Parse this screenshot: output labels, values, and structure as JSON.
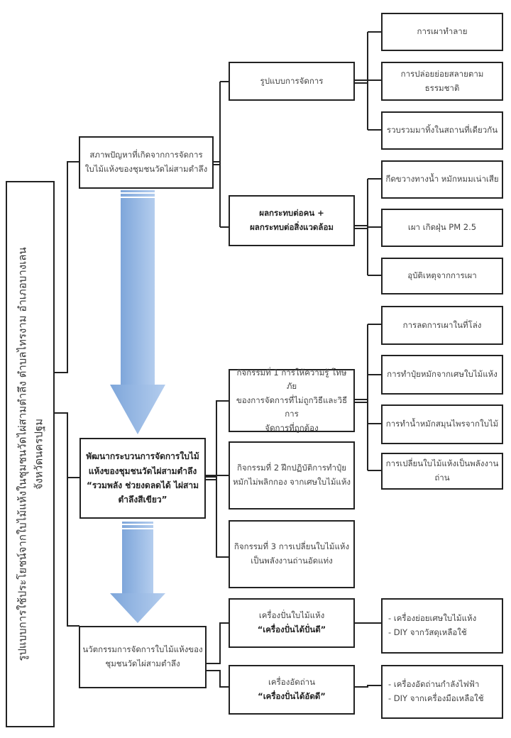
{
  "title": {
    "line1": "รูปแบบการใช้ประโยชน์จากใบไม้แห้งในชุมชนวัดไผ่สามตำลึง ตำบลไทรงาม อำเภอบางเลน",
    "line2": "จังหวัดนครปฐม"
  },
  "problem": {
    "line1": "สภาพปัญหาที่เกิดจากการจัดการ",
    "line2": "ใบไม้แห้งของชุมชนวัดไผ่สามตำลึง",
    "management": {
      "label": "รูปแบบการจัดการ",
      "items": [
        "การเผาทำลาย",
        "การปล่อยย่อยสลายตามธรรมชาติ",
        "รวบรวมมาทิ้งในสถานที่เดียวกัน"
      ]
    },
    "impact": {
      "line1": "ผลกระทบต่อคน  +",
      "line2": "ผลกระทบต่อสิ่งแวดล้อม",
      "items": [
        "กีดขวางทางน้ำ   หมักหมมเน่าเสีย",
        "เผา เกิดฝุ่น PM 2.5",
        "อุบัติเหตุจากการเผา"
      ]
    }
  },
  "develop": {
    "line1": "พัฒนากระบวนการจัดการใบไม้",
    "line2": "แห้งของชุมชนวัดไผ่สามตำลึง",
    "slogan1": "“รวมพลัง ช่วยงดลดได้ ไผ่สาม",
    "slogan2": "ตำลึงสีเขียว”",
    "activities": [
      {
        "line1": "กิจกรรมที่ 1 การให้ความรู้ โทษภัย",
        "line2": "ของการจัดการที่ไม่ถูกวิธีและวิธีการ",
        "line3": "จัดการที่ถูกต้อง"
      },
      {
        "line1": "กิจกรรมที่ 2 ฝึกปฏิบัติการทำปุ๋ย",
        "line2": "หมักไม่พลิกกอง จากเศษใบไม้แห้ง"
      },
      {
        "line1": "กิจกรรมที่ 3 การเปลี่ยนใบไม้แห้ง",
        "line2": "เป็นพลังงานถ่านอัดแท่ง"
      }
    ],
    "outcomes": [
      "การลดการเผาในที่โล่ง",
      "การทำปุ๋ยหมักจากเศษใบไม้แห้ง",
      "การทำน้ำหมักสมุนไพรจากใบไม้"
    ],
    "outcome4": {
      "line1": "การเปลี่ยนใบไม้แห้งเป็นพลังงาน",
      "line2": "ถ่าน"
    }
  },
  "innovation": {
    "line1": "นวัตกรรมการจัดการใบไม้แห้งของ",
    "line2": "ชุมชนวัดไผ่สามตำลึง",
    "machines": [
      {
        "name": "เครื่องปั่นใบไม้แห้ง",
        "nickname": "“เครื่องปั่นได้ปั่นดี”",
        "details": [
          "- เครื่องย่อยเศษใบไม้แห้ง",
          "- DIY จากวัสดุเหลือใช้"
        ]
      },
      {
        "name": "เครื่องอัดถ่าน",
        "nickname": "“เครื่องปั่นได้อัดดี”",
        "details": [
          "- เครื่องอัดถ่านกำลังไฟฟ้า",
          "- DIY จากเครื่องมือเหลือใช้"
        ]
      }
    ]
  },
  "colors": {
    "arrow": "#8fb3e0",
    "line": "#222222"
  }
}
